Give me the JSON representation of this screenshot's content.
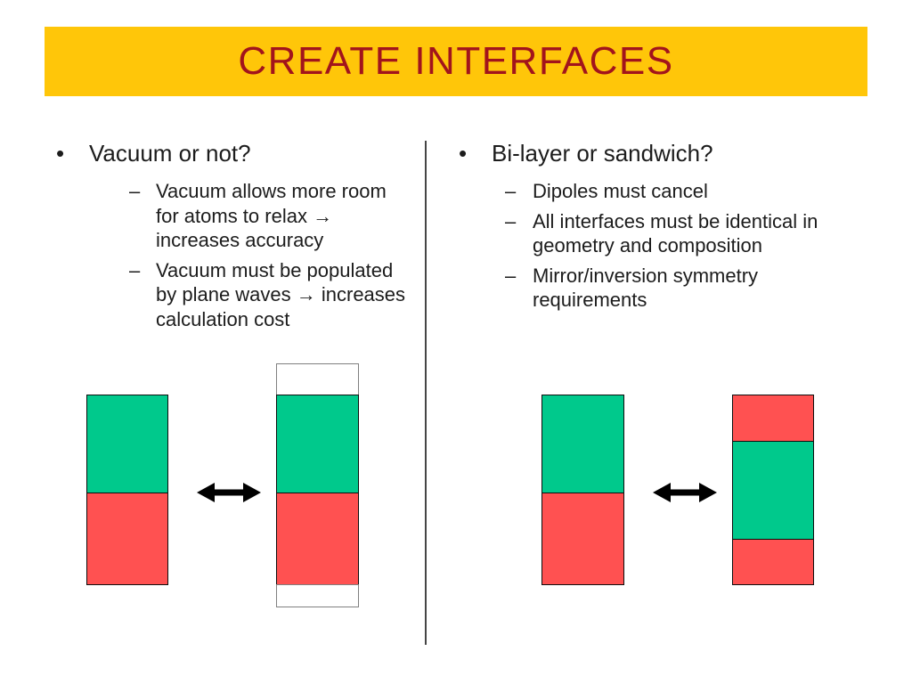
{
  "title": {
    "text": "CREATE INTERFACES"
  },
  "glyphs": {
    "bullet": "•",
    "dash": "–"
  },
  "palette": {
    "banner_bg": "#FFC609",
    "title_text": "#A2141C",
    "text": "#1C1C1C",
    "divider": "#454545",
    "green": "#00C98C",
    "red": "#FF5151",
    "white": "#FFFFFF",
    "arrow": "#000000"
  },
  "columns": [
    {
      "heading": "Vacuum or not?",
      "bullets": [
        "Vacuum allows more room for atoms to relax → increases accuracy",
        "Vacuum must be populated by plane waves → increases calculation cost"
      ]
    },
    {
      "heading": "Bi-layer or sandwich?",
      "bullets": [
        "Dipoles must cancel",
        "All interfaces must be identical in geometry and composition",
        "Mirror/inversion symmetry requirements"
      ]
    }
  ],
  "diagrams": [
    {
      "left_stack": [
        {
          "color": "green",
          "h": 111
        },
        {
          "color": "red",
          "h": 104
        }
      ],
      "right_stack": [
        {
          "color": "white",
          "h": 36
        },
        {
          "color": "green",
          "h": 111
        },
        {
          "color": "red",
          "h": 104
        },
        {
          "color": "white",
          "h": 26
        }
      ]
    },
    {
      "left_stack": [
        {
          "color": "green",
          "h": 111
        },
        {
          "color": "red",
          "h": 104
        }
      ],
      "right_stack": [
        {
          "color": "red",
          "h": 53
        },
        {
          "color": "green",
          "h": 111
        },
        {
          "color": "red",
          "h": 52
        }
      ]
    }
  ]
}
